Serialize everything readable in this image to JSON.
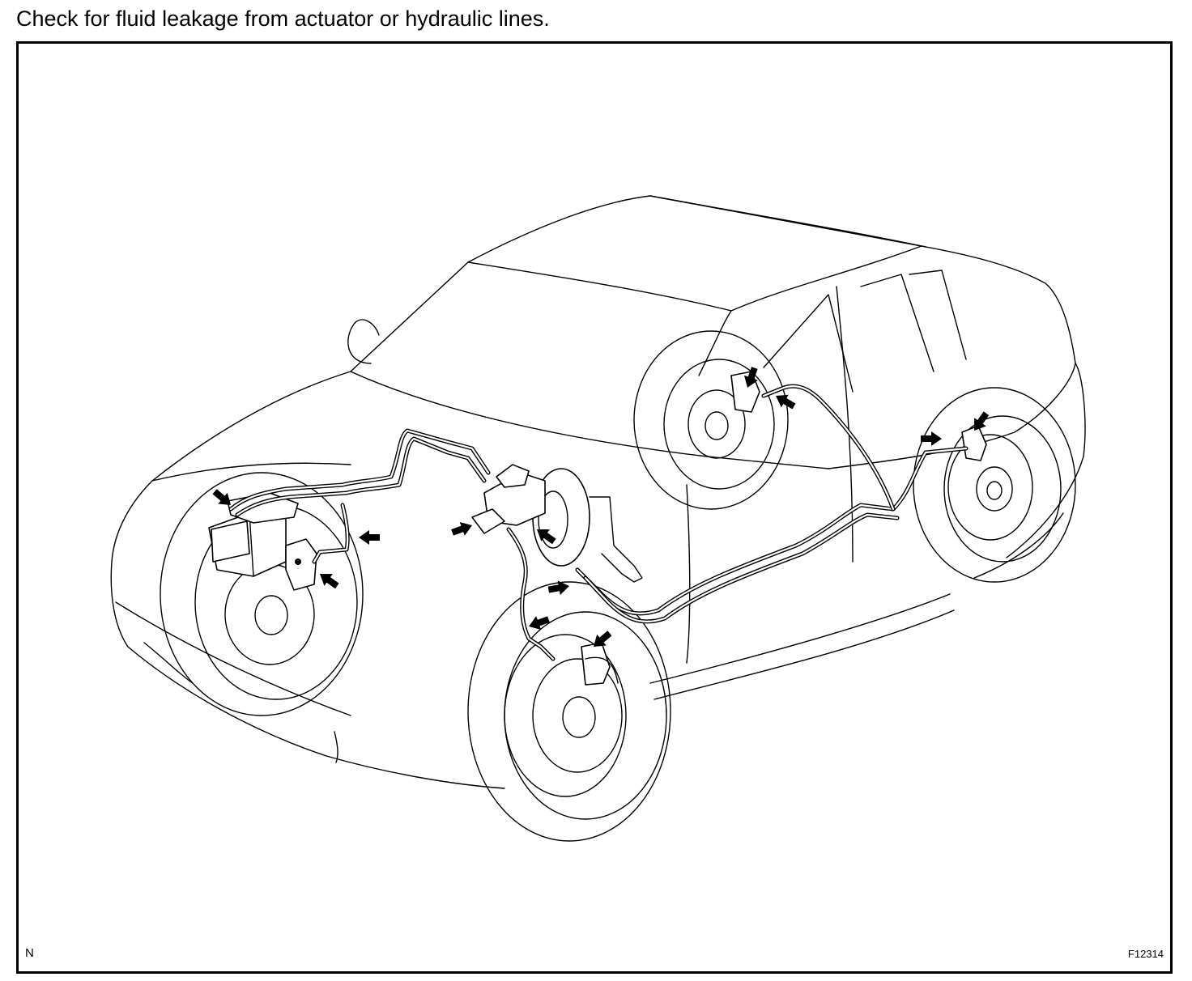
{
  "instruction": "Check for fluid leakage from actuator or hydraulic lines.",
  "corner_code": "N",
  "figure_id": "F12314",
  "icons": [
    "leak-check-arrow"
  ]
}
